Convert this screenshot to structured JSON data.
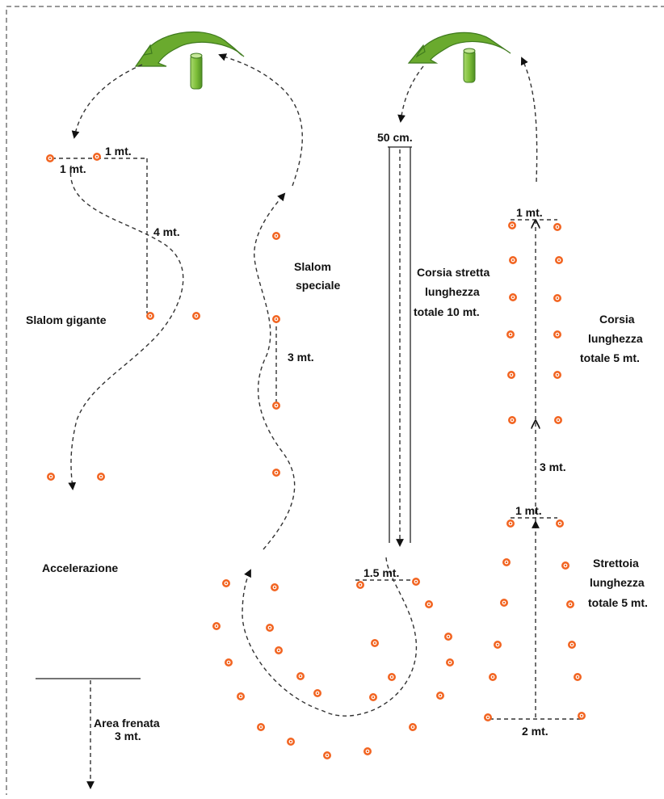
{
  "labels": {
    "one_mt_top": "1 mt.",
    "one_mt_side": "1 mt.",
    "four_mt": "4 mt.",
    "slalom_gigante": "Slalom gigante",
    "slalom_speciale_1": "Slalom",
    "slalom_speciale_2": "speciale",
    "three_mt_slalom": "3 mt.",
    "accelerazione": "Accelerazione",
    "area_frenata_1": "Area frenata",
    "area_frenata_2": "3 mt.",
    "fifty_cm": "50 cm.",
    "corsia_stretta_1": "Corsia stretta",
    "corsia_stretta_2": "lunghezza",
    "corsia_stretta_3": "totale 10 mt.",
    "one_five_mt": "1.5 mt.",
    "one_mt_corsia": "1 mt.",
    "corsia_1": "Corsia",
    "corsia_2": "lunghezza",
    "corsia_3": "totale 5 mt.",
    "three_mt_between": "3 mt.",
    "one_mt_strettoia": "1 mt.",
    "strettoia_1": "Strettoia",
    "strettoia_2": "lunghezza",
    "strettoia_3": "totale 5 mt.",
    "two_mt": "2 mt."
  },
  "colors": {
    "cone_outer": "#f26522",
    "cone_inner": "#ffffff",
    "turn_arrow": "#6aaa2e",
    "turn_arrow_dark": "#3f7a1e",
    "pole": "#8cc63f",
    "line": "#222222"
  },
  "icons": [
    "u-turn-arrow-icon",
    "pole-icon",
    "cone-icon"
  ]
}
